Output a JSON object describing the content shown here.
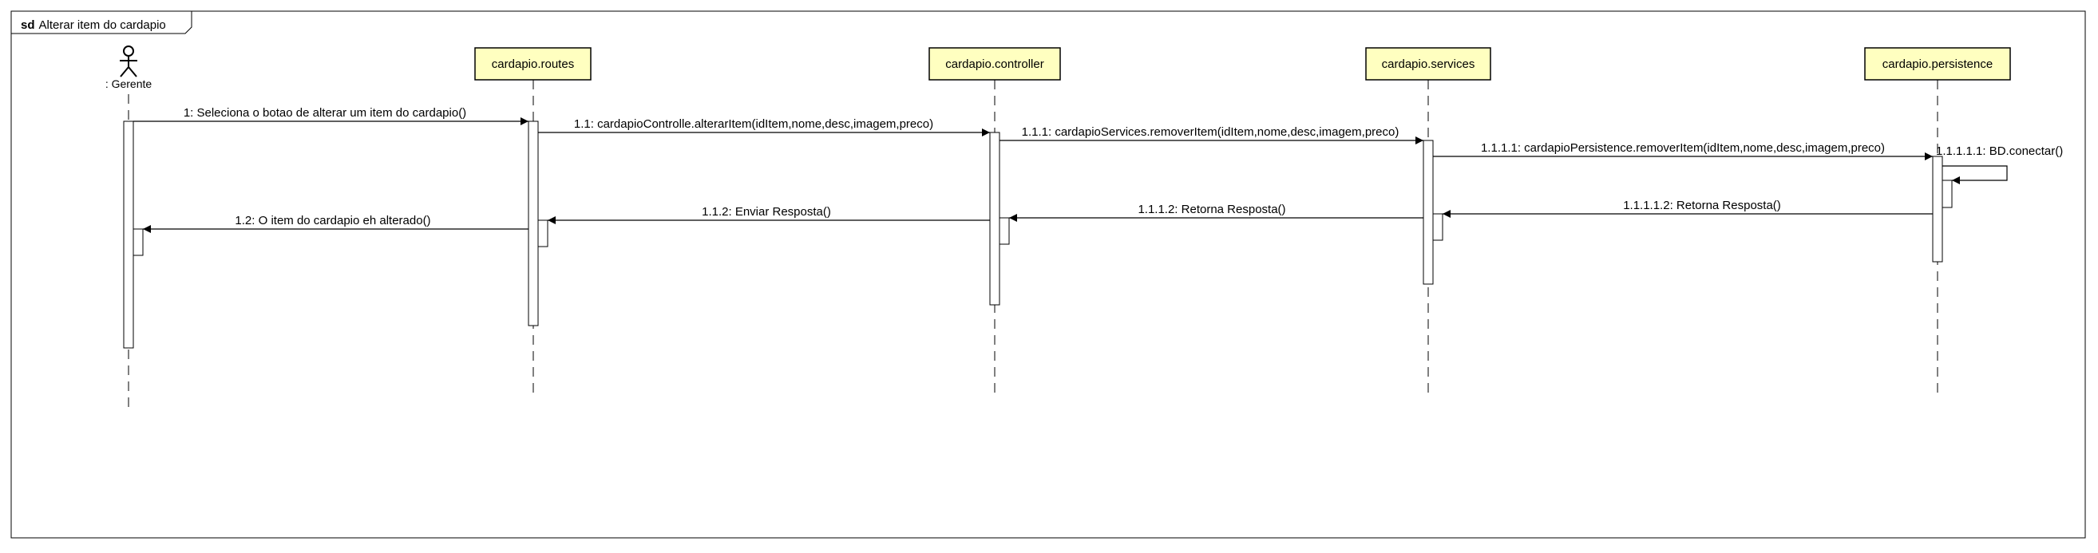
{
  "frame": {
    "keyword": "sd",
    "title": "Alterar item do cardapio"
  },
  "actor": {
    "name": ": Gerente"
  },
  "lifelines": [
    {
      "name": "cardapio.routes"
    },
    {
      "name": "cardapio.controller"
    },
    {
      "name": "cardapio.services"
    },
    {
      "name": "cardapio.persistence"
    }
  ],
  "messages": [
    {
      "label": "1: Seleciona o botao de alterar um item do cardapio()"
    },
    {
      "label": "1.1: cardapioControlle.alterarItem(idItem,nome,desc,imagem,preco)"
    },
    {
      "label": "1.1.1: cardapioServices.removerItem(idItem,nome,desc,imagem,preco)"
    },
    {
      "label": "1.1.1.1: cardapioPersistence.removerItem(idItem,nome,desc,imagem,preco)"
    },
    {
      "label": "1.1.1.1.1: BD.conectar()"
    },
    {
      "label": "1.1.1.1.2: Retorna Resposta()"
    },
    {
      "label": "1.1.1.2: Retorna Resposta()"
    },
    {
      "label": "1.1.2: Enviar Resposta()"
    },
    {
      "label": "1.2: O item do cardapio eh alterado()"
    }
  ],
  "colors": {
    "lifeline_head_fill": "#ffffc0",
    "line": "#000000",
    "frame_border": "#000000"
  }
}
